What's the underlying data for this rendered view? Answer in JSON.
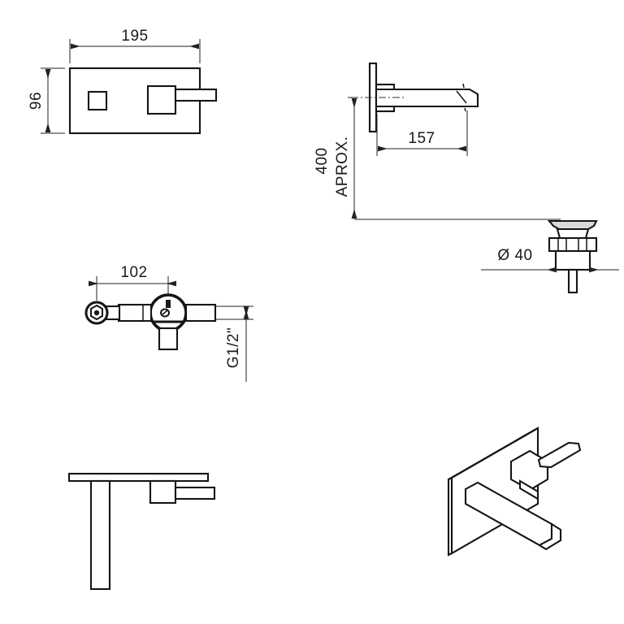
{
  "drawing": {
    "title": "Wall-mounted basin mixer technical drawing",
    "background_color": "#ffffff",
    "line_color": "#151515",
    "dimension_color": "#222222",
    "units": "mm"
  },
  "views": {
    "front_plate": {
      "name": "Front elevation of wall plate",
      "width_label": "195",
      "height_label": "96"
    },
    "spout_side": {
      "name": "Spout side elevation",
      "projection_label": "157",
      "height_label": "400",
      "height_note": "APROX."
    },
    "valve_body": {
      "name": "Concealed valve body",
      "width_label": "102",
      "thread_label": "G1/2\""
    },
    "waste_drain": {
      "name": "Pop-up waste drain",
      "diameter_label": "Ø 40"
    },
    "profile_side": {
      "name": "Side profile of plate and spout"
    },
    "isometric": {
      "name": "Isometric 3D view of mixer"
    }
  },
  "labels": [
    {
      "id": "dim-195",
      "text": "195",
      "rotated": false
    },
    {
      "id": "dim-96",
      "text": "96",
      "rotated": true
    },
    {
      "id": "dim-157",
      "text": "157",
      "rotated": false
    },
    {
      "id": "dim-400",
      "text": "400",
      "rotated": true
    },
    {
      "id": "dim-aprox",
      "text": "APROX.",
      "rotated": true
    },
    {
      "id": "dim-102",
      "text": "102",
      "rotated": false
    },
    {
      "id": "dim-g12",
      "text": "G1/2\"",
      "rotated": true
    },
    {
      "id": "dim-dia40",
      "text": "Ø 40",
      "rotated": false
    }
  ]
}
